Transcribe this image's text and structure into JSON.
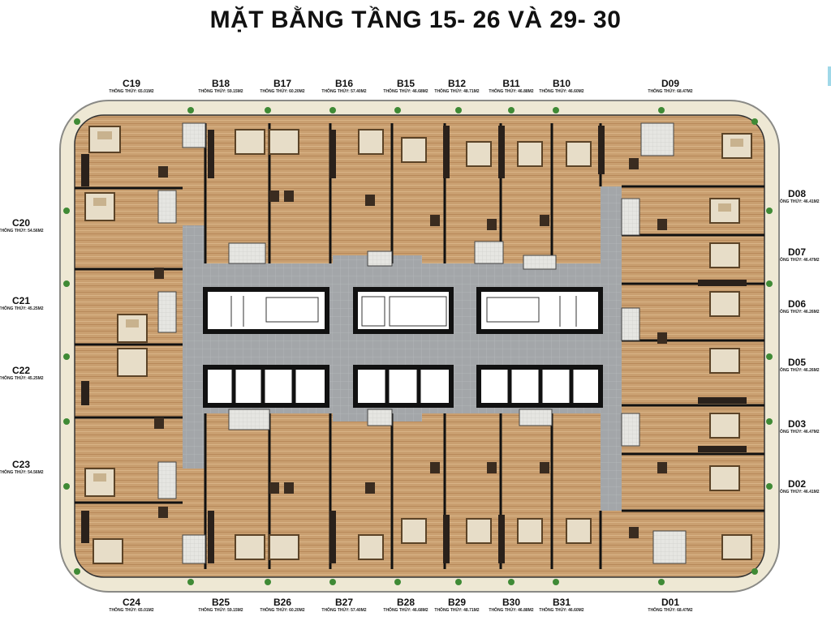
{
  "title": "MẶT BẰNG TẦNG 15- 26 VÀ 29- 30",
  "area_prefix": "THÔNG THỦY:",
  "top_units": [
    {
      "code": "C19",
      "area": "65.01M2"
    },
    {
      "code": "B18",
      "area": "59.15M2"
    },
    {
      "code": "B17",
      "area": "60.20M2"
    },
    {
      "code": "B16",
      "area": "57.40M2"
    },
    {
      "code": "B15",
      "area": "46.68M2"
    },
    {
      "code": "B12",
      "area": "48.71M2"
    },
    {
      "code": "B11",
      "area": "46.88M2"
    },
    {
      "code": "B10",
      "area": "46.60M2"
    },
    {
      "code": "D09",
      "area": "68.47M2"
    }
  ],
  "bottom_units": [
    {
      "code": "C24",
      "area": "65.01M2"
    },
    {
      "code": "B25",
      "area": "59.15M2"
    },
    {
      "code": "B26",
      "area": "60.20M2"
    },
    {
      "code": "B27",
      "area": "57.40M2"
    },
    {
      "code": "B28",
      "area": "46.68M2"
    },
    {
      "code": "B29",
      "area": "48.71M2"
    },
    {
      "code": "B30",
      "area": "46.88M2"
    },
    {
      "code": "B31",
      "area": "46.60M2"
    },
    {
      "code": "D01",
      "area": "68.47M2"
    }
  ],
  "left_units": [
    {
      "code": "C20",
      "area": "54.56M2"
    },
    {
      "code": "C21",
      "area": "45.25M2"
    },
    {
      "code": "C22",
      "area": "45.25M2"
    },
    {
      "code": "C23",
      "area": "54.56M2"
    }
  ],
  "right_units": [
    {
      "code": "D08",
      "area": "46.41M2"
    },
    {
      "code": "D07",
      "area": "46.47M2"
    },
    {
      "code": "D06",
      "area": "46.26M2"
    },
    {
      "code": "D05",
      "area": "46.26M2"
    },
    {
      "code": "D03",
      "area": "46.47M2"
    },
    {
      "code": "D02",
      "area": "46.41M2"
    }
  ],
  "colors": {
    "floor": "#c79f72",
    "floor_dark": "#a57a4c",
    "corridor": "#a7a9ab",
    "garden": "#e9e3cf",
    "wall": "#111111",
    "tree": "#3f8a35"
  }
}
